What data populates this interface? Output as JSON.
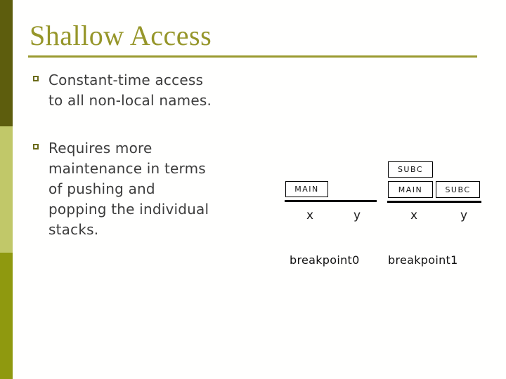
{
  "slide": {
    "title": "Shallow Access",
    "bullets": [
      {
        "lines": [
          "Constant-time access",
          "to all non-local names."
        ]
      },
      {
        "lines": [
          "Requires more",
          "maintenance in terms",
          "of pushing and",
          "popping the individual",
          "stacks."
        ]
      }
    ],
    "diagram": {
      "breakpoint0": {
        "caption": "breakpoint0",
        "boxes": {
          "main": "MAIN"
        },
        "slots": {
          "x": "x",
          "y": "y"
        }
      },
      "breakpoint1": {
        "caption": "breakpoint1",
        "boxes": {
          "subc_top": "SUBC",
          "main": "MAIN",
          "subc_right": "SUBC"
        },
        "slots": {
          "x": "x",
          "y": "y"
        }
      }
    },
    "colors": {
      "bar_top": "#5d5d0d",
      "bar_middle": "#c1c869",
      "bar_bottom": "#8f990f",
      "title_text": "#96962a",
      "title_rule": "#9a9a30",
      "body_text": "#3c3c3c",
      "bullet_square_border": "#6b6b1a",
      "diagram_ink": "#000000"
    }
  }
}
